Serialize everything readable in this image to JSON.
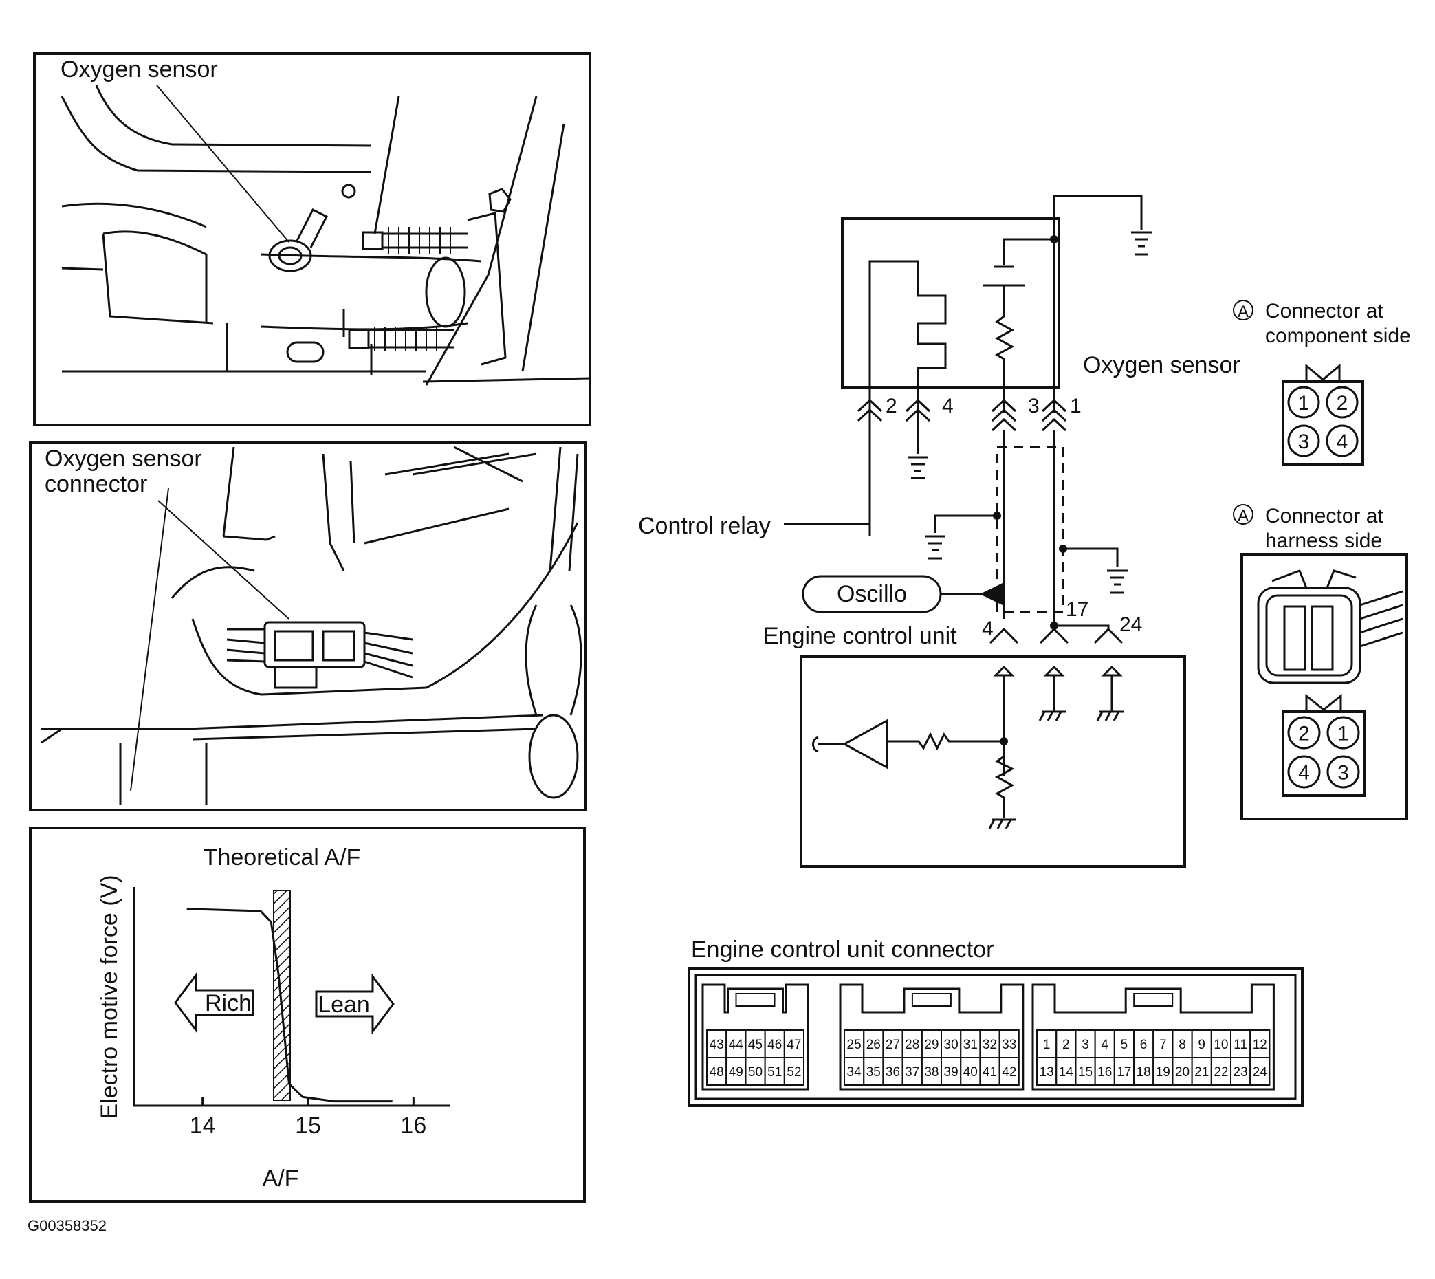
{
  "panels": {
    "sensor_location": {
      "label": "Oxygen sensor"
    },
    "connector_location": {
      "label_line1": "Oxygen sensor",
      "label_line2": "connector"
    },
    "graph": {
      "title": "Theoretical A/F",
      "ylabel": "Electro motive force (V)",
      "xlabel": "A/F",
      "ticks": [
        "14",
        "15",
        "16"
      ],
      "rich_label": "Rich",
      "lean_label": "Lean"
    }
  },
  "schematic": {
    "oxygen_sensor_label": "Oxygen sensor",
    "control_relay_label": "Control relay",
    "oscillo_label": "Oscillo",
    "ecu_label": "Engine control unit",
    "sensor_pins": [
      "2",
      "4",
      "3",
      "1"
    ],
    "ecu_pins": [
      "4",
      "17",
      "24"
    ]
  },
  "connector_component": {
    "marker": "A",
    "label_line1": "Connector at",
    "label_line2": "component side",
    "pins": [
      "1",
      "2",
      "3",
      "4"
    ]
  },
  "connector_harness": {
    "marker": "A",
    "label_line1": "Connector at",
    "label_line2": "harness side",
    "pins": [
      "2",
      "1",
      "4",
      "3"
    ]
  },
  "ecu_connector": {
    "title": "Engine control unit connector",
    "blocks": [
      {
        "top": [
          "43",
          "44",
          "45",
          "46",
          "47"
        ],
        "bottom": [
          "48",
          "49",
          "50",
          "51",
          "52"
        ]
      },
      {
        "top": [
          "25",
          "26",
          "27",
          "28",
          "29",
          "30",
          "31",
          "32",
          "33"
        ],
        "bottom": [
          "34",
          "35",
          "36",
          "37",
          "38",
          "39",
          "40",
          "41",
          "42"
        ]
      },
      {
        "top": [
          "1",
          "2",
          "3",
          "4",
          "5",
          "6",
          "7",
          "8",
          "9",
          "10",
          "11",
          "12"
        ],
        "bottom": [
          "13",
          "14",
          "15",
          "16",
          "17",
          "18",
          "19",
          "20",
          "21",
          "22",
          "23",
          "24"
        ]
      }
    ]
  },
  "figure_id": "G00358352",
  "chart_data": {
    "type": "line",
    "title": "Theoretical A/F",
    "xlabel": "A/F",
    "ylabel": "Electro motive force (V)",
    "xticks": [
      14,
      15,
      16
    ],
    "xlim": [
      13.35,
      16.35
    ],
    "x": [
      13.85,
      14.55,
      14.65,
      14.72,
      14.78,
      14.82,
      14.95,
      15.25,
      15.8
    ],
    "y": [
      0.9,
      0.89,
      0.84,
      0.6,
      0.3,
      0.1,
      0.04,
      0.02,
      0.02
    ]
  }
}
